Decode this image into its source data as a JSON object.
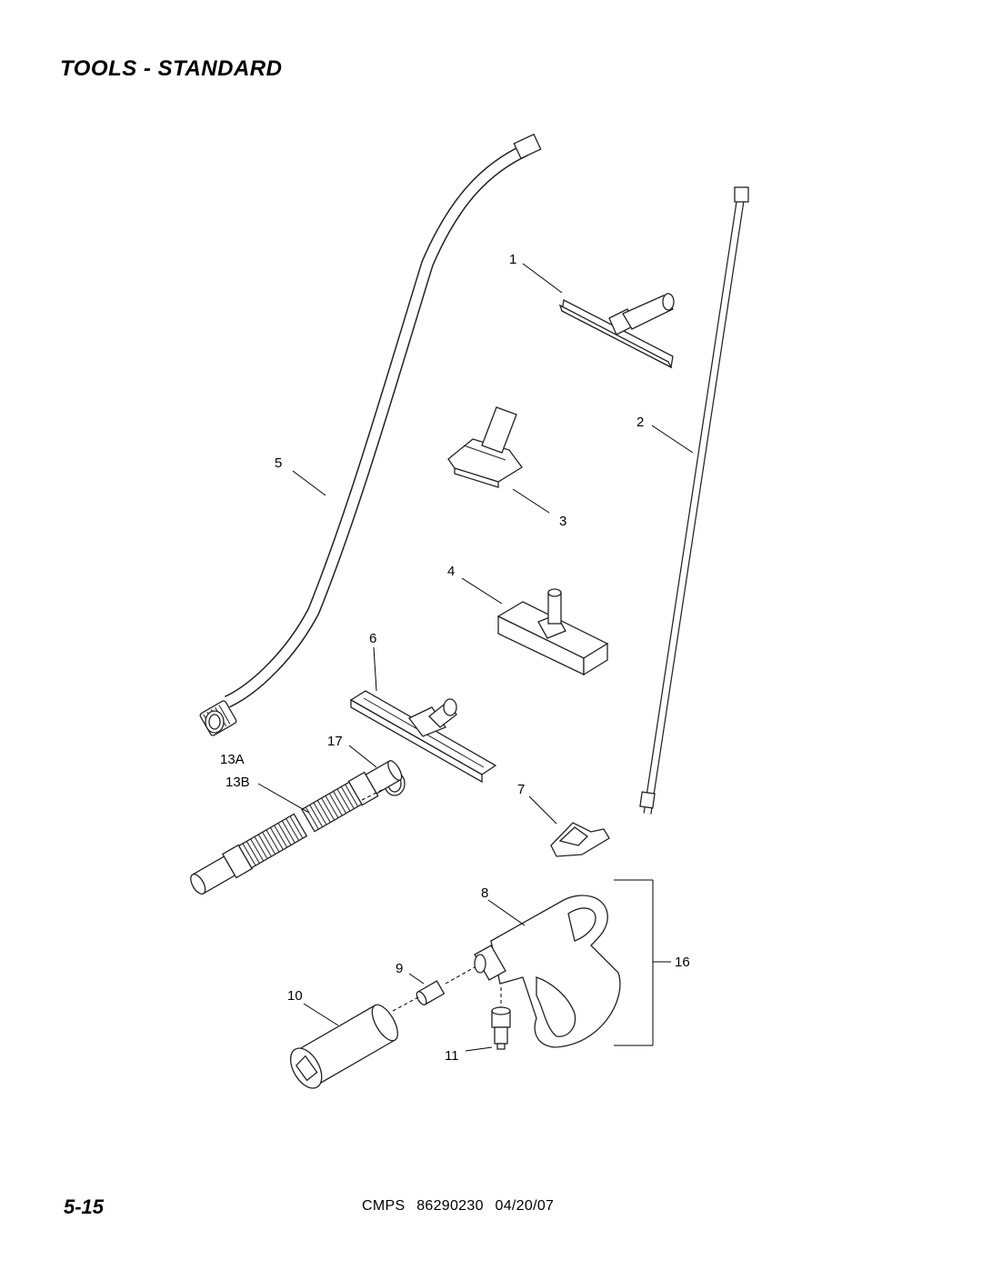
{
  "page": {
    "title": "TOOLS - STANDARD",
    "page_number": "5-15",
    "footer": {
      "doc": "CMPS",
      "part_no": "86290230",
      "date": "04/20/07"
    }
  },
  "callouts": {
    "c1": "1",
    "c2": "2",
    "c3": "3",
    "c4": "4",
    "c5": "5",
    "c6": "6",
    "c7": "7",
    "c8": "8",
    "c9": "9",
    "c10": "10",
    "c11": "11",
    "c13a": "13A",
    "c13b": "13B",
    "c16": "16",
    "c17": "17"
  }
}
